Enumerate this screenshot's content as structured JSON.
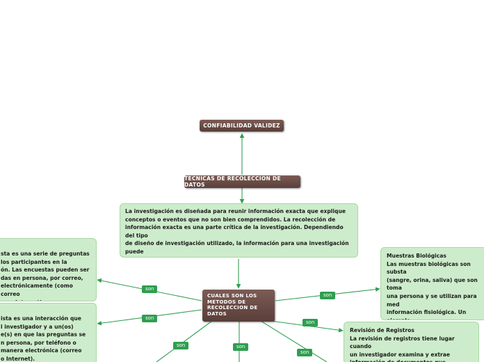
{
  "nodes": {
    "confiabilidad": "CONFIABILIDAD   VALIDEZ",
    "tecnicas": "TECNICAS DE RECOLECCION DE DATOS",
    "investigacion": "La investigación es diseñada para reunir información exacta que explique\nconceptos o eventos que no son bien comprendidos. La recolección de\ninformación exacta es una parte crítica de la investigación. Dependiendo del tipo\nde diseño de investigación utilizado, la información para una investigación puede\nser recolectada de muchas maneras. El método para reunir información depende\nde las preguntas que el investigador pretende responder.",
    "cuales": "CUALES SON LOS\nMETODOS DE\nRECOLECCION DE\nDATOS",
    "encuesta": "sta es una serie de preguntas\nlos participantes en la\nón. Las encuestas pueden ser\ndas en persona, por correo,\nelectrónicamente (como correo\no en Internet).",
    "entrevista": "ista es una interacción que\nl investigador y a un(os)\ne(s) en que las preguntas se\nn persona, por teléfono o\nmanera electrónica (correo\no Internet).",
    "muestras": "Muestras Biológicas\nLas muestras biológicas son substa\n(sangre, orina, saliva) que son toma\nuna persona y se utilizan para med\ninformación fisiológica. Un ejemplo\nhacer un examen de sangre para\ndeterminar el contenido de azúcar e\npaciente diabético.",
    "registros": "Revisión de Registros\nLa revisión de registros tiene lugar cuando\nun investigador examina y extrae\ninformación de documentos que contienen\ndatos sobre el participante."
  },
  "connector_label": "son",
  "colors": {
    "topic": "#5a3e39",
    "subtopic_bg": "#cdeccb",
    "line": "#2f9e50",
    "label_bg": "#2f9e50"
  }
}
